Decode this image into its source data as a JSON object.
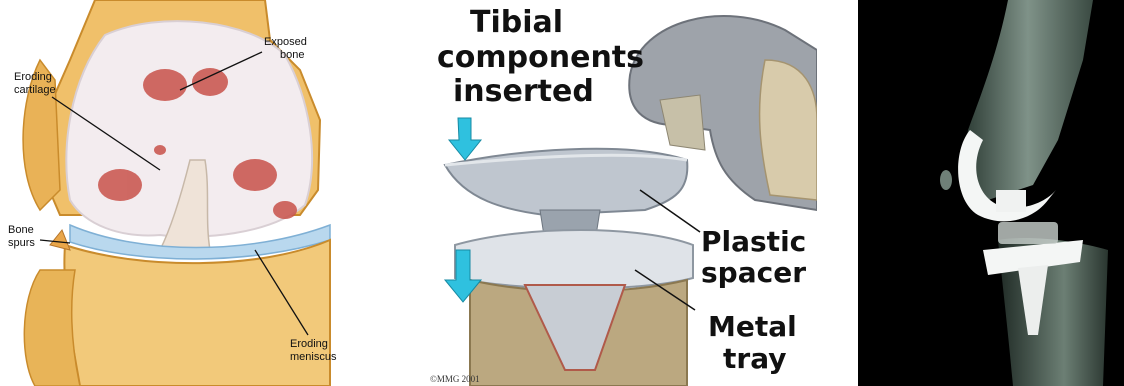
{
  "panels": {
    "knee_arthritis": {
      "labels": {
        "exposed_bone": [
          "Exposed",
          "bone"
        ],
        "eroding_cartilage": [
          "Eroding",
          "cartilage"
        ],
        "bone_spurs": [
          "Bone",
          "spurs"
        ],
        "eroding_meniscus": [
          "Eroding",
          "meniscus"
        ]
      }
    },
    "tibial_components": {
      "title": [
        "Tibial",
        "components",
        "inserted"
      ],
      "plastic_spacer": [
        "Plastic",
        "spacer"
      ],
      "metal_tray": [
        "Metal",
        "tray"
      ],
      "copyright": "©MMG 2001"
    },
    "xray": {}
  },
  "colors": {
    "bone": "#f2c97a",
    "cartilage": "#f3ecef",
    "lesion": "#c8524a",
    "meniscus": "#b9d8ee",
    "arrow": "#2fc1df",
    "implant": "#c9ced6",
    "xray_bg": "#000000"
  }
}
